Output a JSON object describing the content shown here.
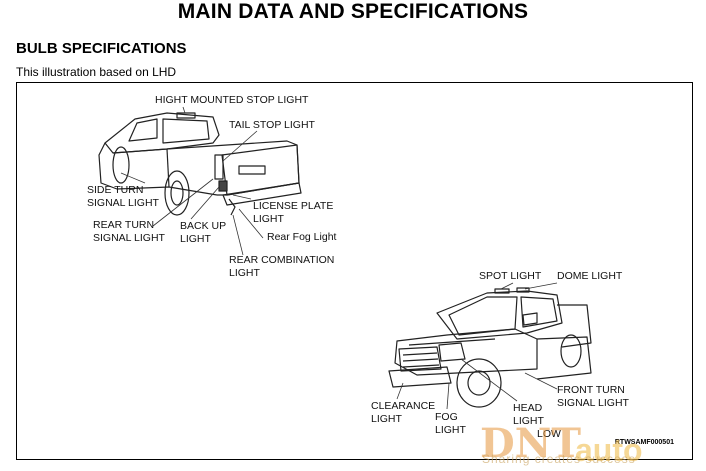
{
  "header": {
    "title": "MAIN DATA AND SPECIFICATIONS",
    "section": "BULB SPECIFICATIONS",
    "note": "This illustration based on LHD"
  },
  "labels": {
    "high_mounted_stop": "HIGHT MOUNTED STOP LIGHT",
    "tail_stop": "TAIL STOP LIGHT",
    "side_turn": "SIDE TURN\nSIGNAL LIGHT",
    "rear_turn": "REAR TURN\nSIGNAL LIGHT",
    "back_up": "BACK UP\nLIGHT",
    "license_plate": "LICENSE PLATE\nLIGHT",
    "rear_fog": "Rear Fog Light",
    "rear_combination": "REAR COMBINATION\nLIGHT",
    "spot": "SPOT LIGHT",
    "dome": "DOME LIGHT",
    "front_turn": "FRONT TURN\nSIGNAL LIGHT",
    "clearance": "CLEARANCE\nLIGHT",
    "fog": "FOG\nLIGHT",
    "head": "HEAD\nLIGHT",
    "headlight_low": "LOW"
  },
  "figure_ref": "RTWSAMF000501",
  "watermark": {
    "text_a": "DNT",
    "text_b": "auto",
    "tagline": "Sharing creates success"
  }
}
